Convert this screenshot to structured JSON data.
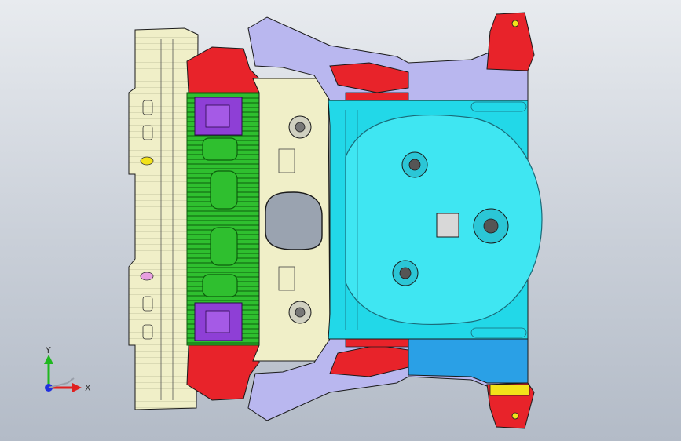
{
  "view": {
    "model": "vehicle-underbody-floor-assembly",
    "background_top": "#e8ebef",
    "background_bottom": "#b3bbc7"
  },
  "colors": {
    "cyan_floor": "#22d8e8",
    "blue_tunnel": "#2aa0e6",
    "lavender_rail": "#b9b7ef",
    "red_part": "#e8232a",
    "green_crossmember": "#2fbf2f",
    "purple_bracket": "#8e3fd6",
    "cream_panel": "#f0efc8",
    "yellow_pad": "#f2e21a",
    "edge_lines": "#1a1a1a"
  },
  "triad": {
    "x_label": "X",
    "y_label": "Y",
    "x_color": "#e0201f",
    "y_color": "#1fb81f",
    "z_color": "#1f2fe0"
  }
}
